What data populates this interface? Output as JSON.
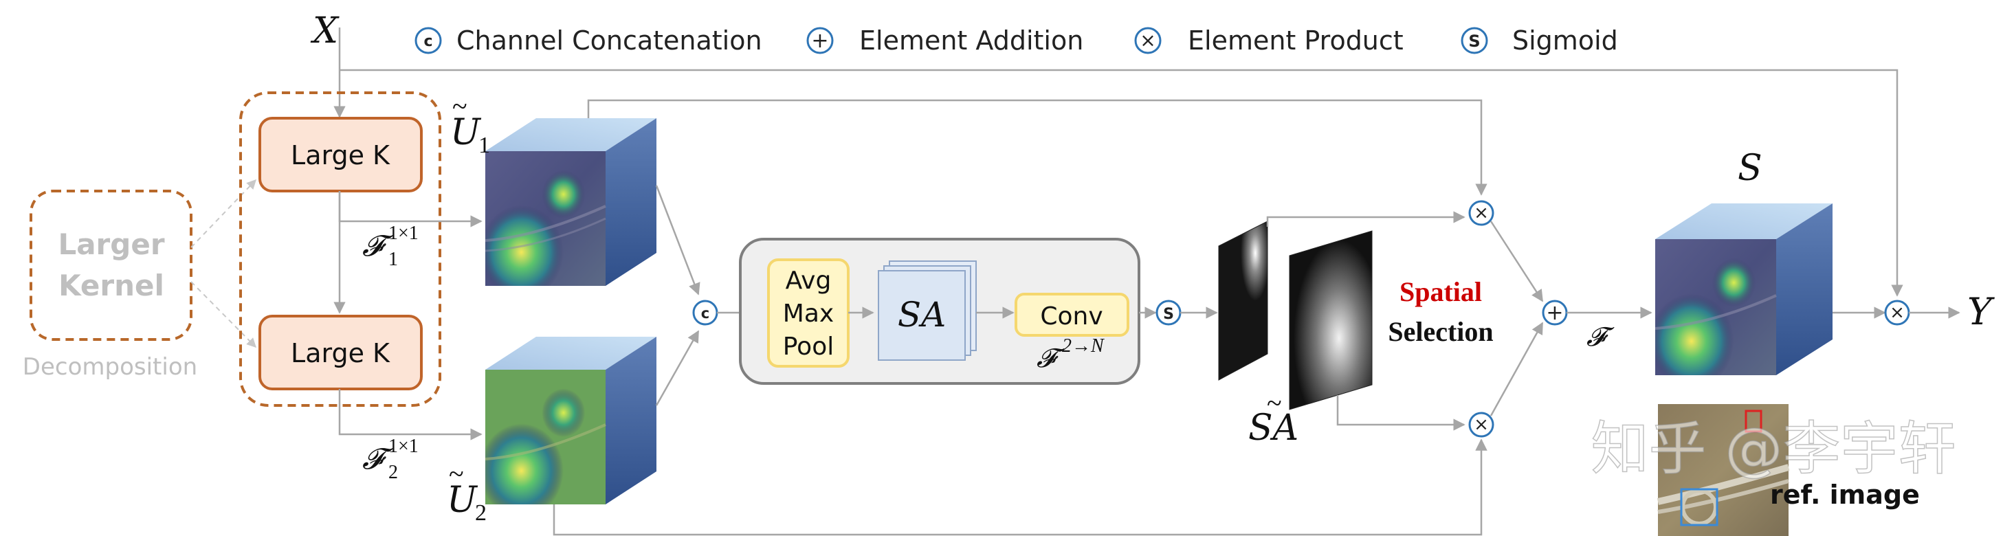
{
  "legend": {
    "concat_symbol": "c",
    "concat_label": "Channel Concatenation",
    "add_symbol": "+",
    "add_label": "Element Addition",
    "product_symbol": "×",
    "product_label": "Element Product",
    "sigmoid_symbol": "S",
    "sigmoid_label": "Sigmoid"
  },
  "input_label": "X",
  "output_label": "Y",
  "decomposition": {
    "box_line1": "Larger",
    "box_line2": "Kernel",
    "caption": "Decomposition"
  },
  "large_k_1": "Large K",
  "large_k_2": "Large K",
  "f1_base": "𝓕",
  "f1_sub": "1",
  "f1_sup": "1×1",
  "f2_base": "𝓕",
  "f2_sub": "2",
  "f2_sup": "1×1",
  "u1_base": "U",
  "u1_sub": "1",
  "u2_base": "U",
  "u2_sub": "2",
  "spatial_attention_block": {
    "pool_line1": "Avg",
    "pool_line2": "Max",
    "pool_line3": "Pool",
    "sa_label": "SA",
    "conv_label": "Conv",
    "conv_f_base": "𝓕",
    "conv_f_sup": "2→N"
  },
  "sa_tilde_label": "SA",
  "spatial_word": "Spatial",
  "selection_word": "Selection",
  "fuse_f_label": "𝓕",
  "s_label": "S",
  "watermark": "知乎 @李宇轩",
  "ref_caption": "ref. image",
  "colors": {
    "orange_border": "#b8682a",
    "orange_fill": "#fce4d6",
    "yellow_border": "#f5d76e",
    "yellow_fill": "#fff6c8",
    "sa_blue_fill": "#dbe6f4",
    "symbol_blue": "#2e75b6",
    "spatial_red": "#cc0000",
    "grey_arrow": "#a6a6a6"
  }
}
